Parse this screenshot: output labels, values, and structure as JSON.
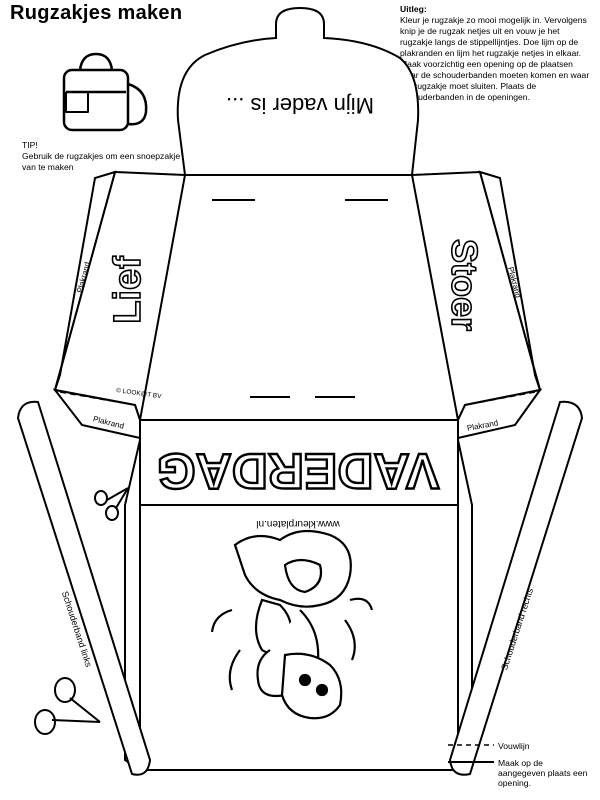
{
  "title": "Rugzakjes maken",
  "instructions": {
    "heading": "Uitleg:",
    "body": "Kleur je rugzakje zo mooi mogelijk in. Vervolgens knip je de rugzak netjes uit en vouw je het rugzakje langs de stippellijntjes. Doe lijm op de plakranden en lijm het rugzakje netjes in elkaar. Maak voorzichtig een opening op de plaatsen waar de schouderbanden moeten komen en waar het rugzakje moet sluiten.  Plaats de schouderbanden in de openingen."
  },
  "tip": {
    "heading": "TIP!",
    "body": "Gebruik de rugzakjes om een snoepzakje van te maken"
  },
  "flap_text": "Mijn vader is ...",
  "side_left_word": "Lief",
  "side_right_word": "Stoer",
  "front_word": "VADERDAG",
  "website": "www.kleurplaten.nl",
  "copyright": "© LOOK@T BV",
  "glue_label": "Plakrand",
  "strap_left_label": "Schouderband links",
  "strap_right_label": "Schouderband rechts",
  "legend": {
    "fold_label": "Vouwlijn",
    "cut_label": "Maak op de aangegeven plaats een opening."
  },
  "colors": {
    "line": "#000000",
    "paper": "#ffffff"
  },
  "icons": [
    "backpack-icon",
    "scissors-icon",
    "scissors-icon",
    "cartoon-character-drawing"
  ]
}
